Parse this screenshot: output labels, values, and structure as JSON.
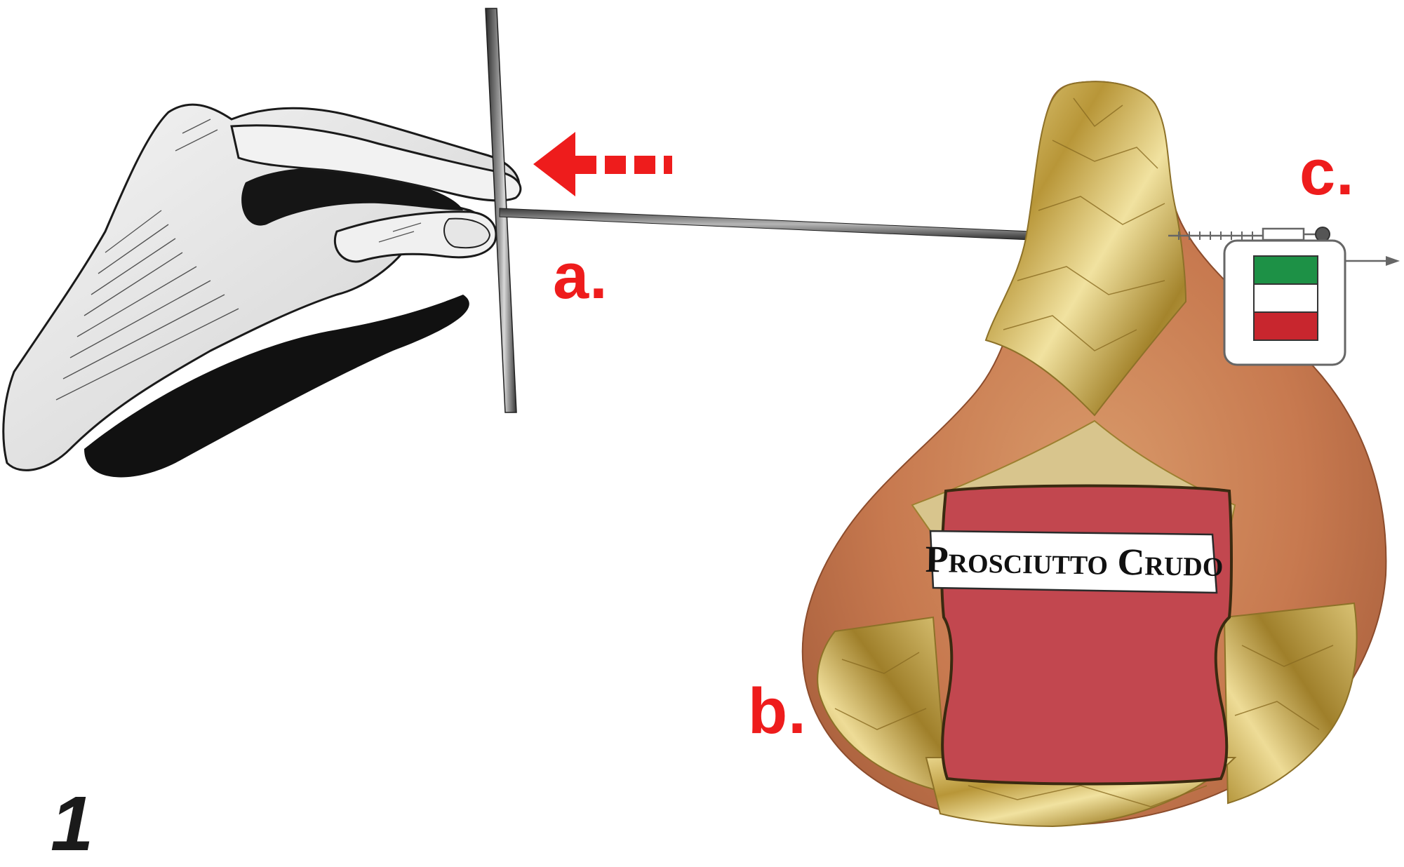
{
  "labels": {
    "probe": "a.",
    "ham": "b.",
    "sensor": "c."
  },
  "ham_tag": {
    "text": "Prosciutto Crudo"
  },
  "figure_number": "1",
  "colors": {
    "label_red": "#ee1c1c",
    "arrow_red": "#ee1c1c",
    "gold_foil": "#c9a94a",
    "ham_flesh": "#c9855a",
    "tag_red": "#c2474f",
    "flag_green": "#1d9146",
    "flag_white": "#ffffff",
    "flag_red": "#c8262e"
  },
  "icons": {
    "hand": "hand-drawing",
    "probe": "t-handle-probe",
    "arrow": "dashed-left-arrow",
    "sensor": "italian-flag-sensor-icon"
  }
}
